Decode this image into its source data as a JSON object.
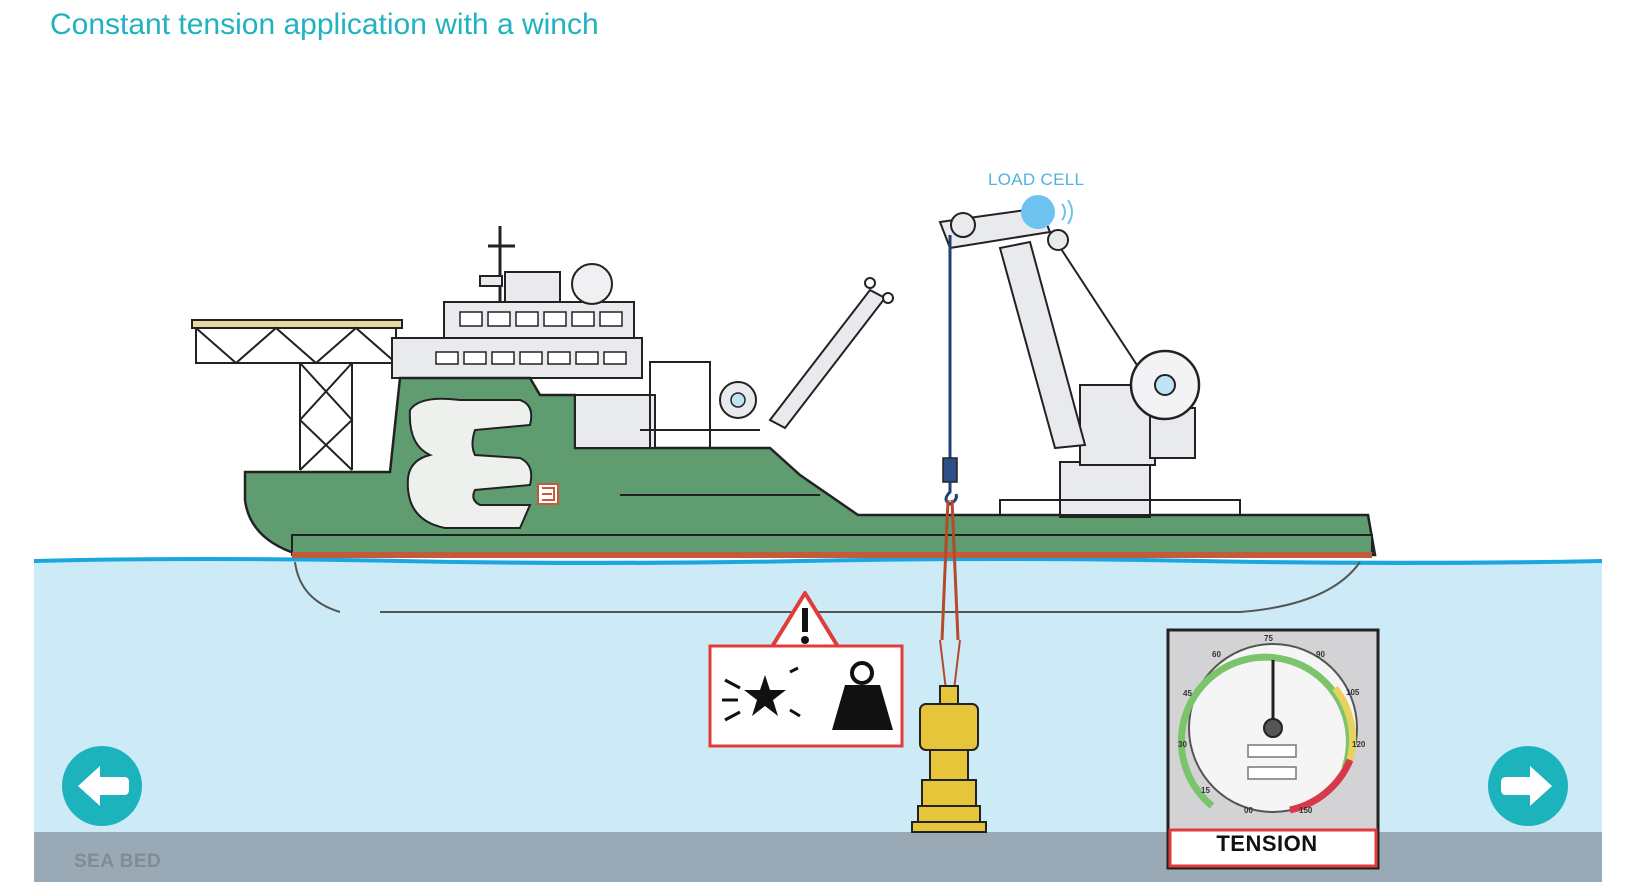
{
  "page": {
    "title": "Constant tension application with a winch"
  },
  "labels": {
    "load_cell": "LOAD CELL",
    "sea_bed": "SEA BED",
    "tension": "TENSION"
  },
  "gauge": {
    "ticks": [
      "00",
      "15",
      "30",
      "45",
      "60",
      "75",
      "90",
      "105",
      "120",
      "150"
    ]
  },
  "navigation": {
    "prev_icon": "arrow-left-icon",
    "next_icon": "arrow-right-icon"
  },
  "colors": {
    "accent": "#1fb2bf",
    "hull_green": "#5f9c70",
    "sea": "#cdeaf7",
    "sea_bed": "#9aa9b6",
    "warning_red": "#e23b3b",
    "load_cell": "#6cc3ef"
  }
}
